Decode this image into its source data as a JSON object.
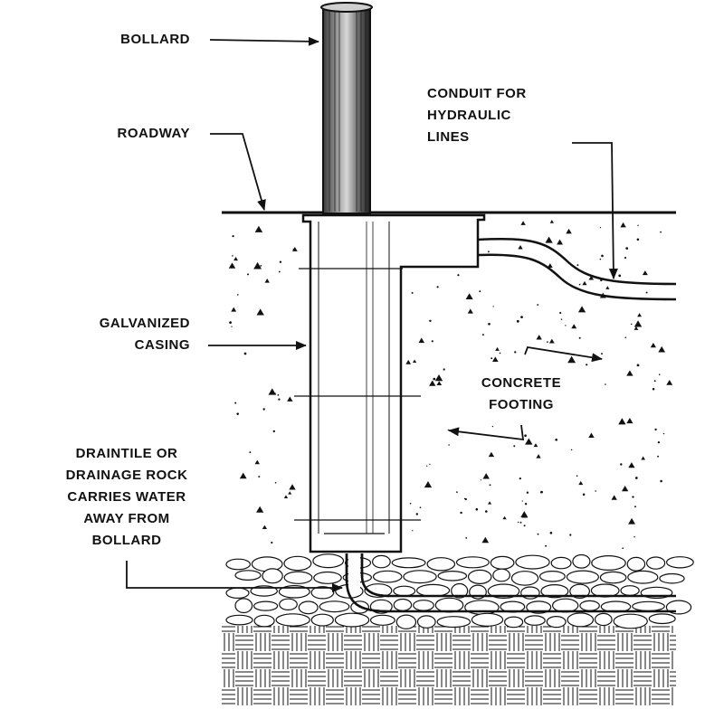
{
  "diagram": {
    "labels": {
      "bollard": "BOLLARD",
      "roadway": "ROADWAY",
      "conduit": "CONDUIT FOR\nHYDRAULIC\nLINES",
      "casing": "GALVANIZED\nCASING",
      "footing": "CONCRETE\nFOOTING",
      "drain": "DRAINTILE OR\nDRAINAGE ROCK\nCARRIES WATER\nAWAY FROM\nBOLLARD"
    },
    "colors": {
      "ink": "#111111",
      "paper": "#ffffff",
      "bollard_dark": "#2a2a2a",
      "bollard_light": "#bdbdbd"
    }
  }
}
